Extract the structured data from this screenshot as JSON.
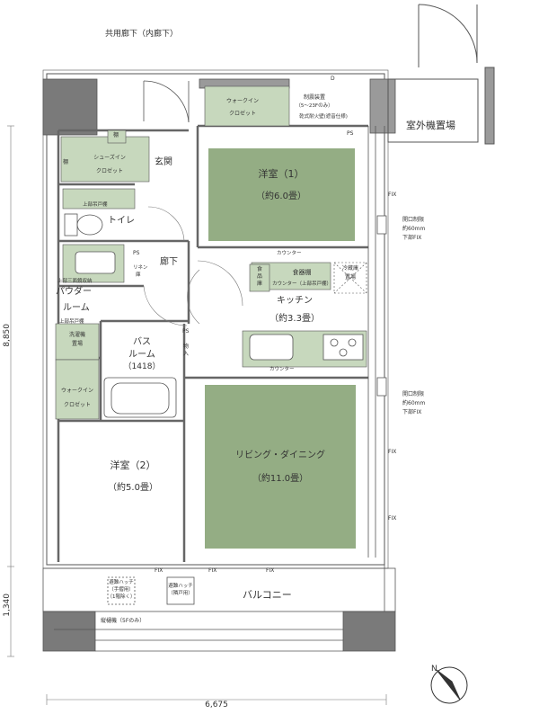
{
  "outside": {
    "corridor": "共用廊下（内廊下）",
    "outdoor_unit": "室外機置場",
    "balcony": "バルコニー"
  },
  "rooms": {
    "western1_name": "洋室（1）",
    "western1_area": "（約6.0畳）",
    "western2_name": "洋室（2）",
    "western2_area": "（約5.0畳）",
    "living_name": "リビング・ダイニング",
    "living_area": "（約11.0畳）",
    "kitchen_name": "キッチン",
    "kitchen_area": "（約3.3畳）",
    "entrance": "玄関",
    "hallway": "廊下",
    "toilet": "トイレ",
    "powder1": "パウダー",
    "powder2": "ルーム",
    "bath1": "バス",
    "bath2": "ルーム",
    "bath3": "（1418）"
  },
  "closets": {
    "shoe1": "シューズイン",
    "shoe2": "クロゼット",
    "walkin_top1": "ウォークイン",
    "walkin_top2": "クロゼット",
    "walkin_left1": "ウォークイン",
    "walkin_left2": "クロゼット",
    "shelf": "棚",
    "shelf2": "棚",
    "pantry1": "食",
    "pantry2": "品",
    "pantry3": "庫",
    "dish": "食器棚",
    "dish_sub": "カウンター（上部吊戸棚）",
    "fridge1": "冷蔵庫",
    "fridge2": "置場",
    "linen1": "リネン",
    "linen2": "庫",
    "storage1": "物",
    "storage2": "入",
    "washer1": "洗濯機",
    "washer2": "置場"
  },
  "notes": {
    "upper_cabinet_toilet": "上部吊戸棚",
    "upper_mirror": "上部三面鏡収納",
    "upper_cabinet_powder": "上部吊戸棚",
    "counter_top": "カウンター",
    "counter_bottom": "カウンター",
    "damper1": "制震装置",
    "damper2": "（5～23Fのみ）",
    "fire_sprinkler": "乾式耐火壁(遮音仕様)",
    "window1_1": "開口制限",
    "window1_2": "約60mm",
    "window1_3": "下部FIX",
    "window2_1": "開口制限",
    "window2_2": "約60mm",
    "window2_3": "下部FIX",
    "fix1": "FIX",
    "fix2": "FIX",
    "fix3": "FIX",
    "fix_b1": "FIX",
    "fix_b2": "FIX",
    "fix_b3": "FIX",
    "ps1": "PS",
    "ps2": "PS",
    "ps3": "PS",
    "d_mark": "D",
    "hatch1_1": "避難ハッチ",
    "hatch1_2": "（手摺用）",
    "hatch1_3": "（1階除く）",
    "hatch2_1": "避難ハッチ",
    "hatch2_2": "（隣戸用）",
    "ladder": "縦樋機（5Fのみ）"
  },
  "dimensions": {
    "depth_main": "8,850",
    "depth_balcony": "1,340",
    "width": "6,675"
  },
  "compass": {
    "north": "N"
  },
  "colors": {
    "room_fill": "#94ad84",
    "closet_fill": "#c7d8bd",
    "wall": "#7a7a7a",
    "outline": "#555555"
  }
}
